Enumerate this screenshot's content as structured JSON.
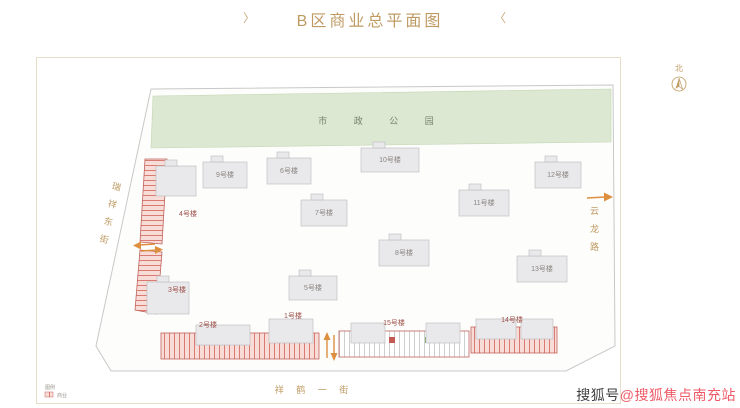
{
  "header": {
    "title": "B区商业总平面图",
    "prev": "〉",
    "next": "〈"
  },
  "plan": {
    "park_label": "市 政 公 园",
    "north_label": "北",
    "streets": {
      "left": "瑞祥东街",
      "right": "云龙路",
      "bottom": "祥 鹤 一 街"
    },
    "buildings": [
      "1号楼",
      "2号楼",
      "3号楼",
      "4号楼",
      "5号楼",
      "6号楼",
      "7号楼",
      "8号楼",
      "9号楼",
      "10号楼",
      "11号楼",
      "12号楼",
      "13号楼",
      "14号楼",
      "15号楼"
    ],
    "legend": {
      "title": "图例",
      "item_commercial": "商业"
    }
  },
  "watermark": {
    "prefix": "搜狐号",
    "suffix": "@搜狐焦点南充站"
  },
  "colors": {
    "accent_tan": "#bf9b63",
    "commercial_outline": "#c0625c",
    "commercial_fill": "#f8dcd8",
    "park_green": "#dce8d1",
    "building_gray": "#e9e9eb",
    "arrow_orange": "#dd8f3f",
    "watermark_pink": "#ef5a68"
  }
}
